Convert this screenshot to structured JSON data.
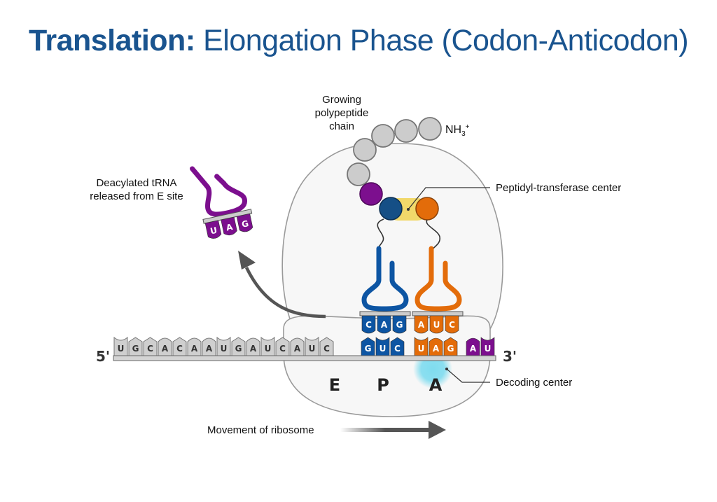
{
  "title": {
    "bold": "Translation:",
    "regular": " Elongation Phase (Codon-Anticodon)",
    "color": "#1a548f"
  },
  "labels": {
    "polypeptide_line1": "Growing",
    "polypeptide_line2": "polypeptide",
    "polypeptide_line3": "chain",
    "amino_terminus": "NH",
    "amino_sub": "3",
    "amino_sup": "+",
    "deacylated_line1": "Deacylated tRNA",
    "deacylated_line2": "released from E site",
    "peptidyl_center": "Peptidyl-transferase center",
    "decoding_center": "Decoding center",
    "movement": "Movement of ribosome",
    "five_prime": "5'",
    "three_prime": "3'"
  },
  "sites": [
    "E",
    "P",
    "A"
  ],
  "mrna": {
    "grey_bases": [
      "U",
      "G",
      "C",
      "A",
      "C",
      "A",
      "A",
      "U",
      "G",
      "A",
      "U",
      "C",
      "A",
      "U",
      "C"
    ],
    "p_codon": [
      "G",
      "U",
      "C"
    ],
    "a_codon": [
      "U",
      "A",
      "G"
    ],
    "next_bases": [
      "A",
      "U"
    ]
  },
  "trna": {
    "p_site_anticodon": [
      "C",
      "A",
      "G"
    ],
    "a_site_anticodon": [
      "A",
      "U",
      "C"
    ],
    "released_anticodon": [
      "U",
      "A",
      "G"
    ]
  },
  "colors": {
    "p_site": "#0d55a3",
    "a_site": "#e36c0a",
    "released": "#7c0f8e",
    "grey_base": "#cfcfcf",
    "polypeptide": "#cccccc",
    "peptidyl_center": "#f1d86a",
    "decoding_center": "#7fdcef",
    "ribosome_fill": "#f7f7f7"
  }
}
